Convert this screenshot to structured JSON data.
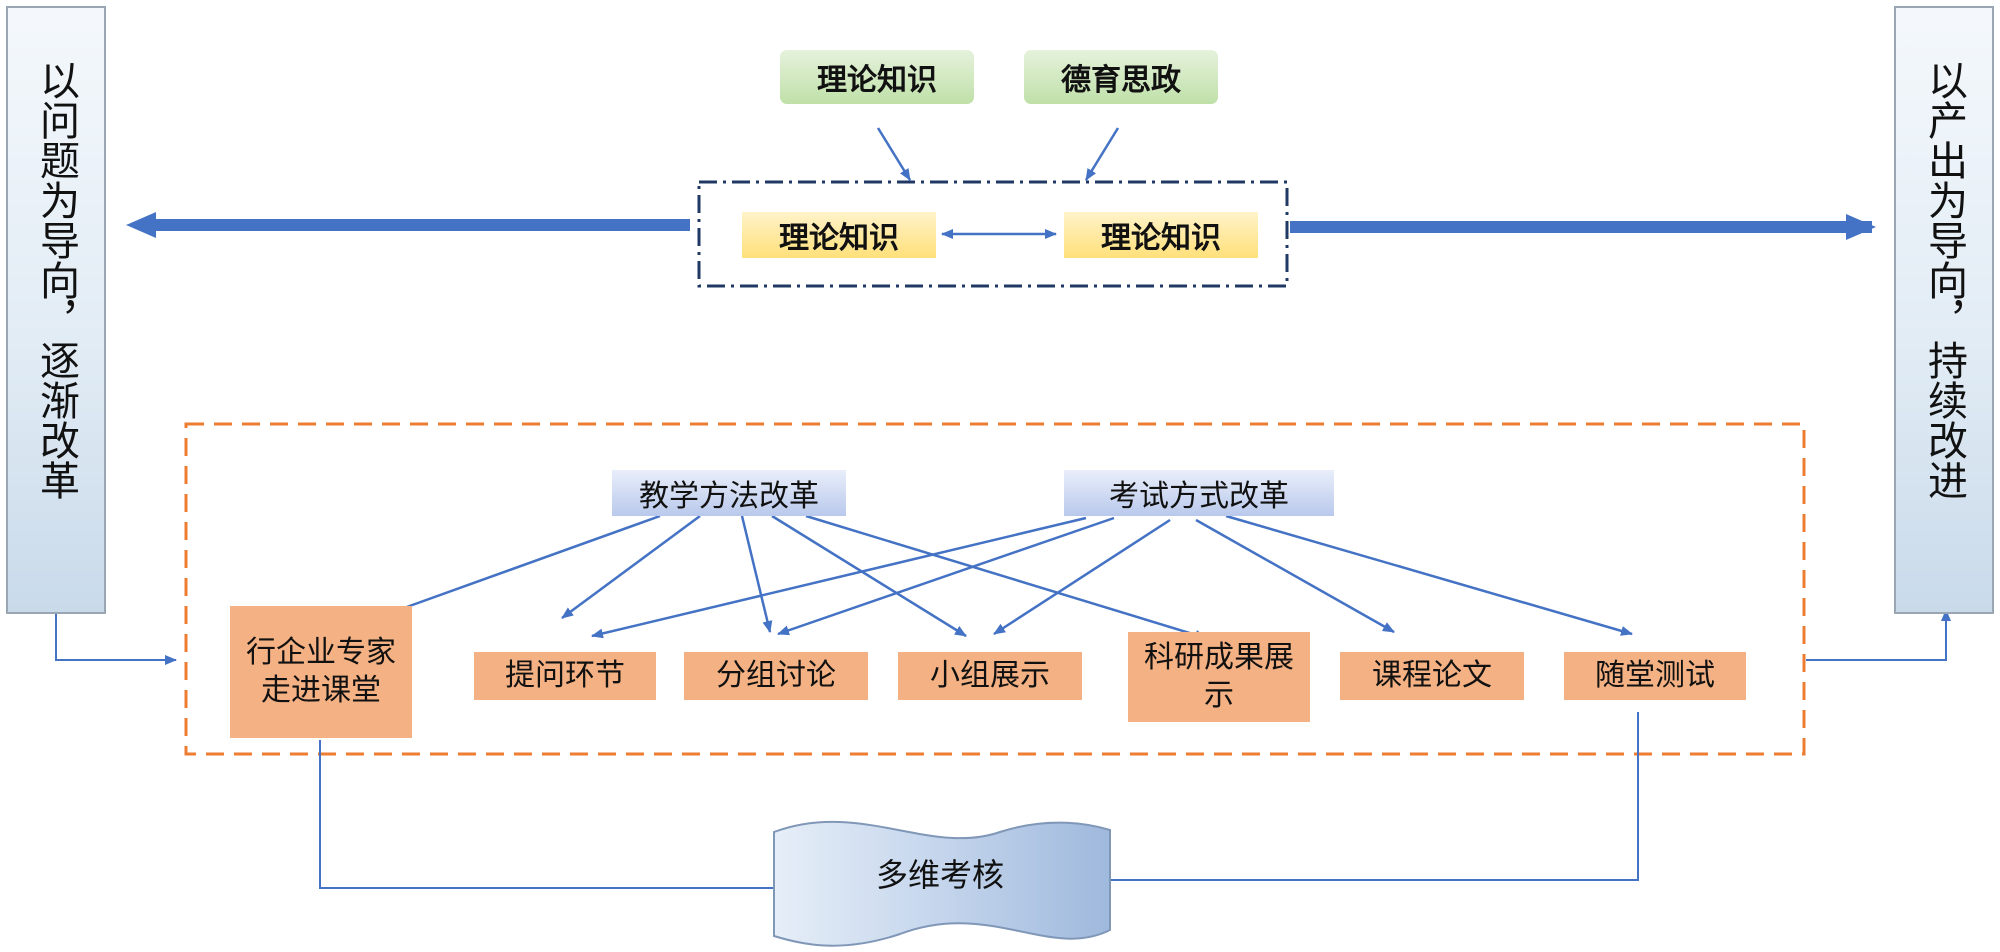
{
  "left_bar": {
    "text": "以问题为导向，逐渐改革"
  },
  "right_bar": {
    "text": "以产出为导向，持续改进"
  },
  "top": {
    "source_boxes": [
      "理论知识",
      "德育思政"
    ],
    "inner_boxes": [
      "理论知识",
      "理论知识"
    ]
  },
  "reform": {
    "heads": [
      "教学方法改革",
      "考试方式改革"
    ],
    "items": [
      "行企业专家走进课堂",
      "提问环节",
      "分组讨论",
      "小组展示",
      "科研成果展示",
      "课程论文",
      "随堂测试"
    ]
  },
  "assessment": {
    "label": "多维考核"
  }
}
